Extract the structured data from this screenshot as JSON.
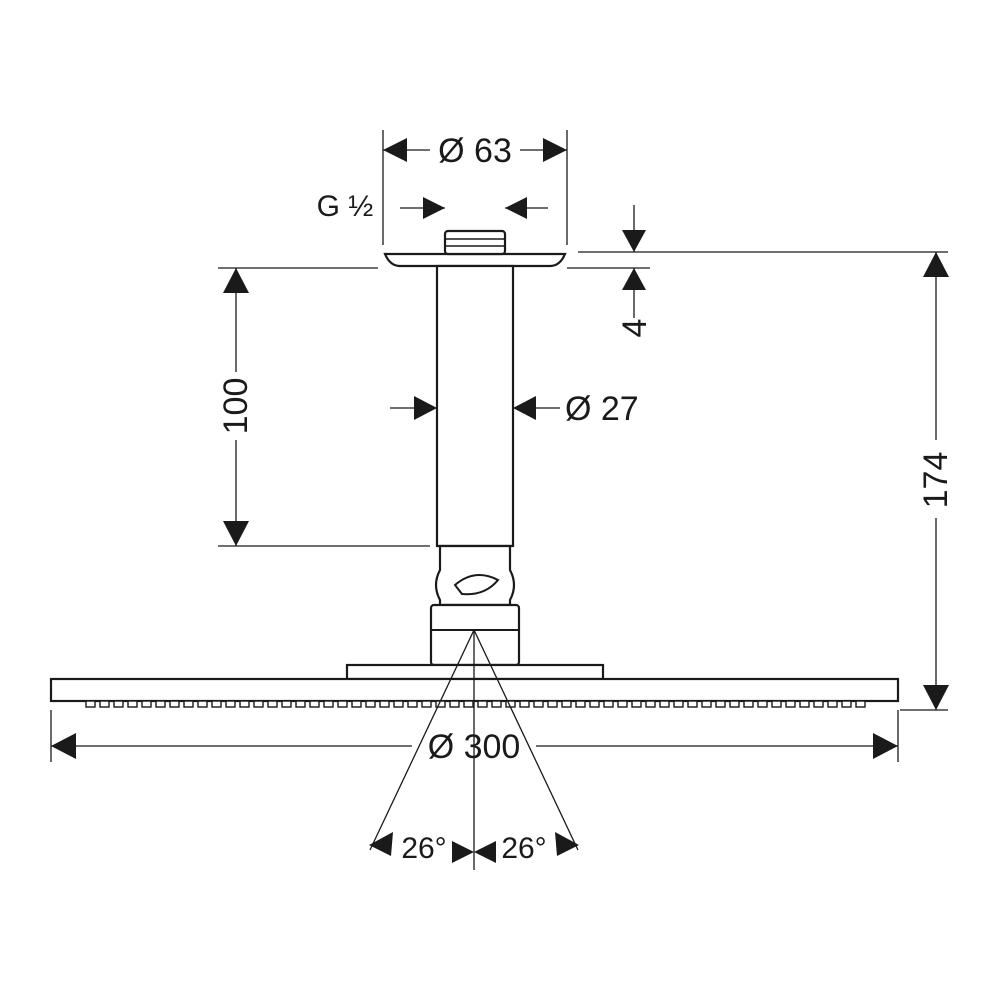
{
  "dimensions": {
    "rose_diameter": "Ø 63",
    "thread": "G ½",
    "rose_thickness": "4",
    "arm_length": "100",
    "arm_diameter": "Ø 27",
    "total_height": "174",
    "head_diameter": "Ø 300",
    "angle_left": "26°",
    "angle_right": "26°"
  },
  "colors": {
    "line": "#1a1a1a",
    "background": "#ffffff"
  }
}
